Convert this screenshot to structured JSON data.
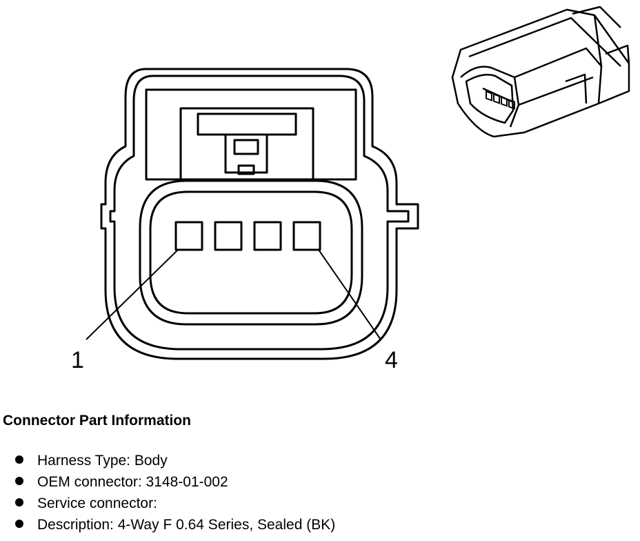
{
  "diagram": {
    "pin_labels": [
      "1",
      "4"
    ]
  },
  "connector_info": {
    "heading": "Connector Part Information",
    "items": [
      "Harness Type: Body",
      "OEM connector: 3148-01-002",
      "Service connector:",
      "Description: 4-Way F 0.64 Series, Sealed (BK)"
    ]
  }
}
